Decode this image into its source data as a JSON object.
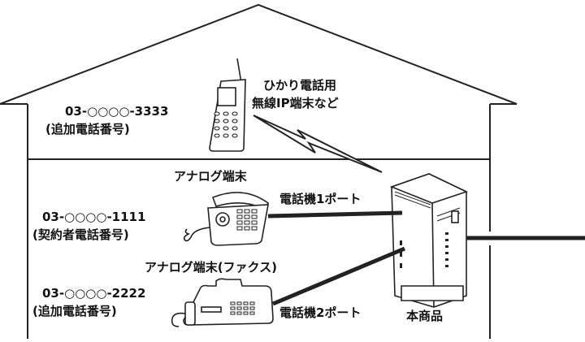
{
  "phones": {
    "wireless": {
      "number": "03-○○○○-3333",
      "role": "(追加電話番号)"
    },
    "analog": {
      "number": "03-○○○○-1111",
      "role": "(契約者電話番号)"
    },
    "fax": {
      "number": "03-○○○○-2222",
      "role": "(追加電話番号)"
    }
  },
  "devices": {
    "wireless_label_line1": "ひかり電話用",
    "wireless_label_line2": "無線IP端末など",
    "analog_label": "アナログ端末",
    "fax_label": "アナログ端末(ファクス)",
    "router_label": "本商品"
  },
  "ports": {
    "port1": "電話機1ポート",
    "port2": "電話機2ポート"
  }
}
